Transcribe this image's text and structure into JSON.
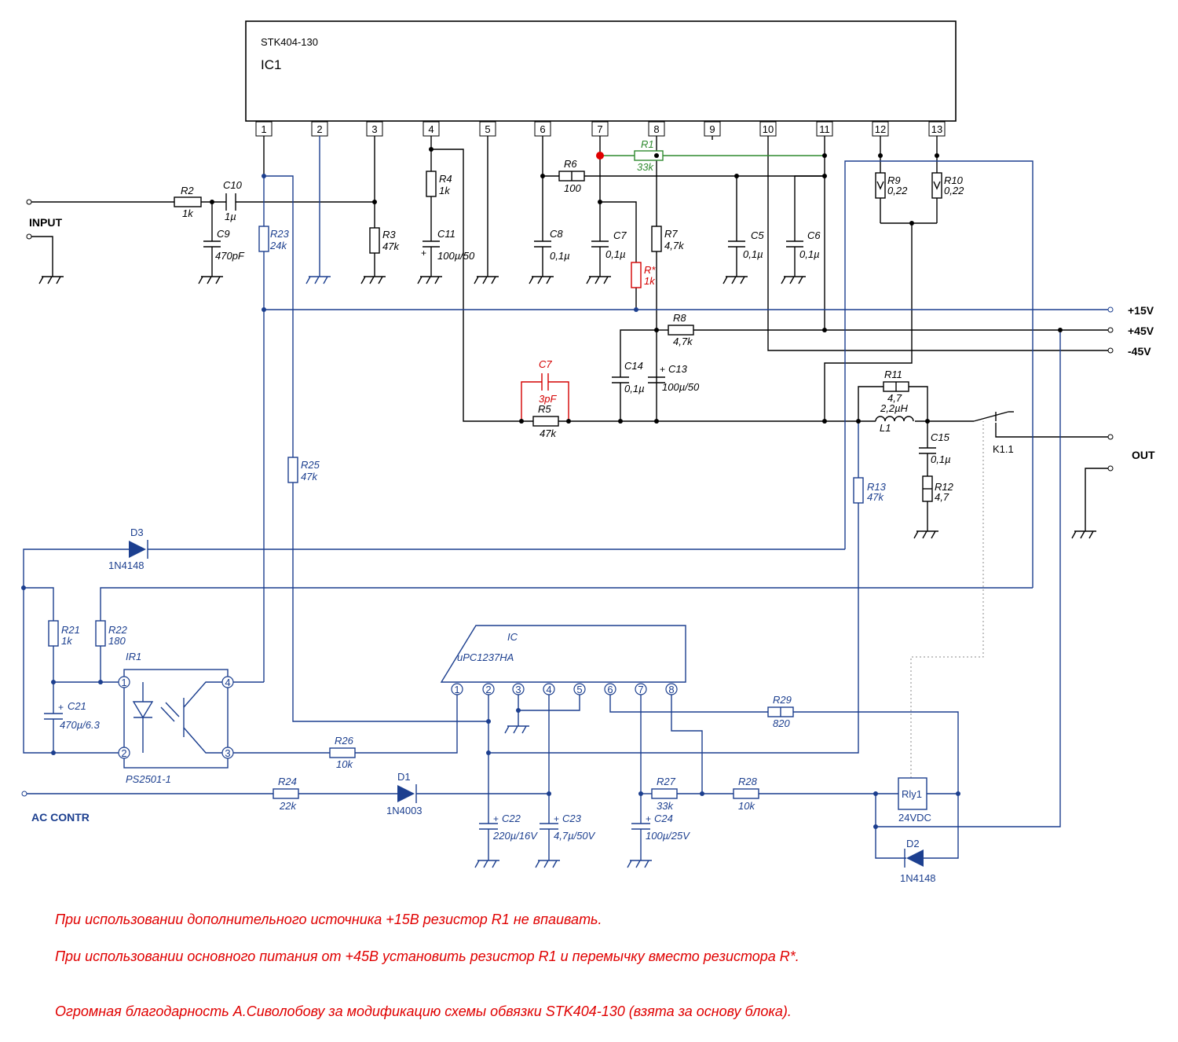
{
  "ic1": {
    "part": "STK404-130",
    "ref": "IC1",
    "pins": [
      "1",
      "2",
      "3",
      "4",
      "5",
      "6",
      "7",
      "8",
      "9",
      "10",
      "11",
      "12",
      "13"
    ]
  },
  "io": {
    "input": "INPUT",
    "out": "OUT",
    "ac_contr": "AC CONTR",
    "v15": "+15V",
    "v45p": "+45V",
    "v45n": "-45V"
  },
  "parts": {
    "R2": {
      "ref": "R2",
      "val": "1k"
    },
    "C10": {
      "ref": "C10",
      "val": "1µ"
    },
    "C9": {
      "ref": "C9",
      "val": "470pF"
    },
    "R23": {
      "ref": "R23",
      "val": "24k"
    },
    "R3": {
      "ref": "R3",
      "val": "47k"
    },
    "R4": {
      "ref": "R4",
      "val": "1k"
    },
    "C11": {
      "ref": "C11",
      "val": "100µ/50"
    },
    "C8": {
      "ref": "C8",
      "val": "0,1µ"
    },
    "R6": {
      "ref": "R6",
      "val": "100"
    },
    "R1": {
      "ref": "R1",
      "val": "33k"
    },
    "C7": {
      "ref": "C7",
      "val": "0,1µ"
    },
    "Rstar": {
      "ref": "R*",
      "val": "1k"
    },
    "R7": {
      "ref": "R7",
      "val": "4,7k"
    },
    "C5": {
      "ref": "C5",
      "val": "0,1µ"
    },
    "C6": {
      "ref": "C6",
      "val": "0,1µ"
    },
    "R9": {
      "ref": "R9",
      "val": "0,22"
    },
    "R10": {
      "ref": "R10",
      "val": "0,22"
    },
    "R8": {
      "ref": "R8",
      "val": "4,7k"
    },
    "C14": {
      "ref": "C14",
      "val": "0,1µ"
    },
    "C13": {
      "ref": "C13",
      "val": "100µ/50"
    },
    "C7b": {
      "ref": "C7",
      "val": "3pF"
    },
    "R5": {
      "ref": "R5",
      "val": "47k"
    },
    "R11": {
      "ref": "R11",
      "val": "4,7"
    },
    "L1": {
      "ref": "L1",
      "val": "2,2µH"
    },
    "C15": {
      "ref": "C15",
      "val": "0,1µ"
    },
    "R12": {
      "ref": "R12",
      "val": "4,7"
    },
    "K11": {
      "ref": "K1.1"
    },
    "R13": {
      "ref": "R13",
      "val": "47k"
    },
    "R25": {
      "ref": "R25",
      "val": "47k"
    },
    "D3": {
      "ref": "D3",
      "val": "1N4148"
    },
    "R21": {
      "ref": "R21",
      "val": "1k"
    },
    "R22": {
      "ref": "R22",
      "val": "180"
    },
    "IR1": {
      "ref": "IR1",
      "val": "PS2501-1"
    },
    "C21": {
      "ref": "C21",
      "val": "470µ/6.3"
    },
    "IC": {
      "ref": "IC",
      "val": "uPC1237HA",
      "pins": [
        "1",
        "2",
        "3",
        "4",
        "5",
        "6",
        "7",
        "8"
      ]
    },
    "IR1pins": [
      "1",
      "2",
      "3",
      "4"
    ],
    "R26": {
      "ref": "R26",
      "val": "10k"
    },
    "R29": {
      "ref": "R29",
      "val": "820"
    },
    "R24": {
      "ref": "R24",
      "val": "22k"
    },
    "D1": {
      "ref": "D1",
      "val": "1N4003"
    },
    "C22": {
      "ref": "C22",
      "val": "220µ/16V"
    },
    "C23": {
      "ref": "C23",
      "val": "4,7µ/50V"
    },
    "R27": {
      "ref": "R27",
      "val": "33k"
    },
    "C24": {
      "ref": "C24",
      "val": "100µ/25V"
    },
    "R28": {
      "ref": "R28",
      "val": "10k"
    },
    "Rly1": {
      "ref": "Rly1",
      "val": "24VDC"
    },
    "D2": {
      "ref": "D2",
      "val": "1N4148"
    }
  },
  "notes": [
    "При использовании дополнительного источника +15В резистор R1 не впаивать.",
    "При использовании основного питания от +45В установить резистор R1 и перемычку вместо резистора R*.",
    "Огромная благодарность А.Сиволобову за модификацию схемы обвязки STK404-130 (взята за основу блока)."
  ],
  "colors": {
    "main": "#000000",
    "aux": "#1c3f8f",
    "r1": "#2f8a2f",
    "mod": "#d40000",
    "note": "#e00000"
  }
}
